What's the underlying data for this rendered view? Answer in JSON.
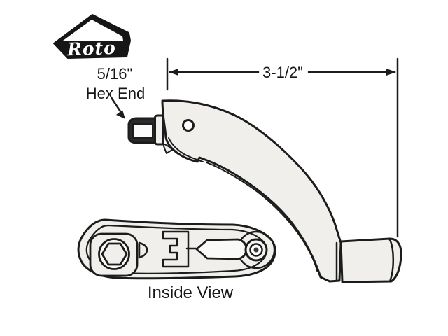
{
  "title": "Roto window crank handle diagram",
  "logo": {
    "brand": "Roto"
  },
  "labels": {
    "hex_size": "5/16\"",
    "hex_name": "Hex End",
    "dimension": "3-1/2\"",
    "inside_view": "Inside View"
  },
  "colors": {
    "background": "#ffffff",
    "line": "#1c1c1c",
    "part_fill": "#f0efec",
    "text": "#161616",
    "logo_black": "#161616",
    "logo_text": "#ffffff"
  }
}
